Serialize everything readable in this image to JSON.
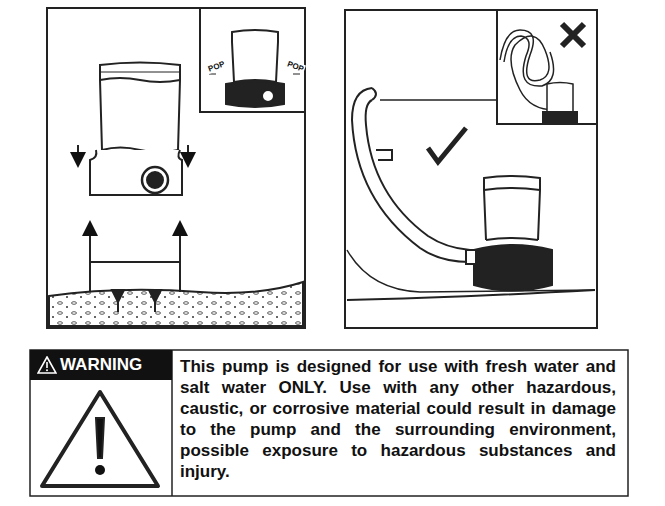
{
  "diagram": {
    "nodes": [
      {
        "text": [
          "WARNING",
          "This pump is designed for use with fresh water and salt water ONLY. Use with any other hazardous, caustic, or corrosive material could result in damage to the pump and the surrounding environment, possible exposure to hazardous substances and injury."
        ]
      }
    ],
    "labels": [
      "POP",
      "POP"
    ]
  }
}
